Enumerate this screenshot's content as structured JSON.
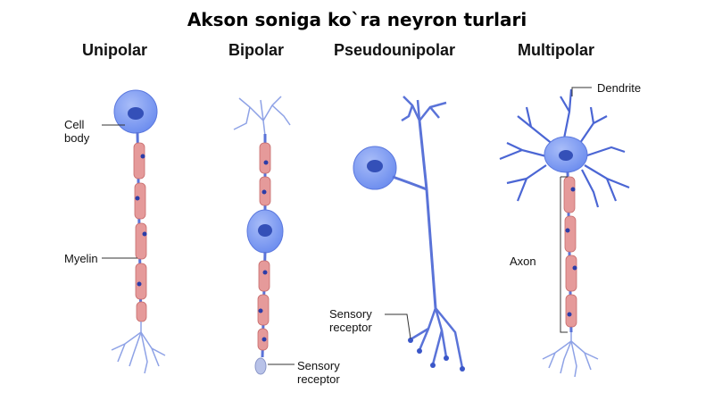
{
  "title": "Akson soniga ko`ra neyron turlari",
  "neurons": [
    {
      "name": "Unipolar"
    },
    {
      "name": "Bipolar"
    },
    {
      "name": "Pseudounipolar"
    },
    {
      "name": "Multipolar"
    }
  ],
  "labels": {
    "cell_body": "Cell\nbody",
    "myelin": "Myelin",
    "sensory_receptor_bipolar": "Sensory\nreceptor",
    "sensory_receptor_pseudo": "Sensory\nreceptor",
    "dendrite": "Dendrite",
    "axon": "Axon"
  },
  "colors": {
    "cell_body": "#6f8fef",
    "nucleus": "#3450b8",
    "myelin": "#e59a9a",
    "myelin_edge": "#c76b6b",
    "axon": "#5a73d8",
    "node": "#2c3da8"
  }
}
